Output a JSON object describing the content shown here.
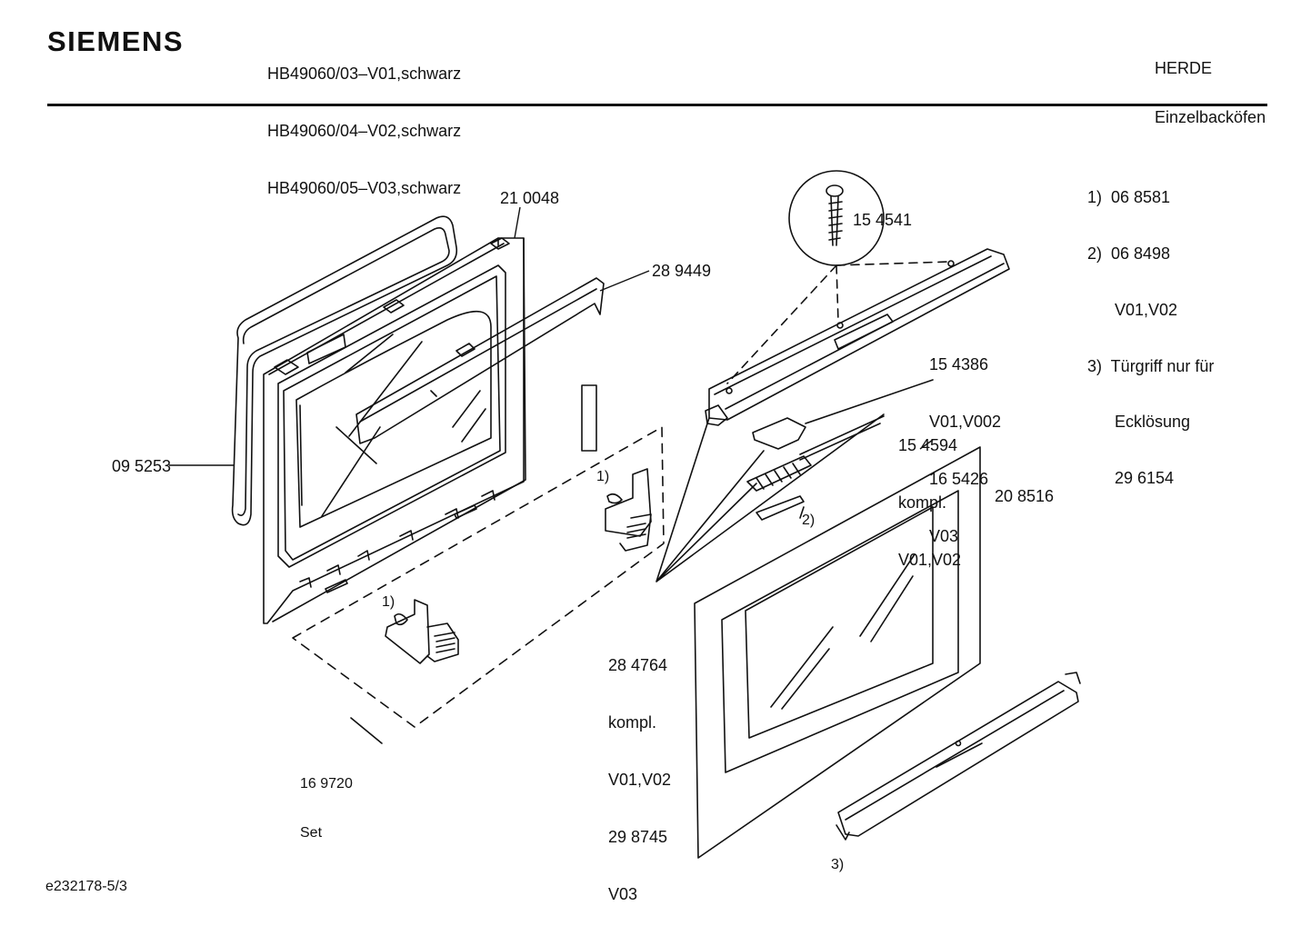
{
  "header": {
    "brand": "SIEMENS",
    "models": [
      "HB49060/03–V01,schwarz",
      "HB49060/04–V02,schwarz",
      "HB49060/05–V03,schwarz"
    ],
    "category": [
      "HERDE",
      "Einzelbacköfen"
    ]
  },
  "notes": [
    "1)  06 8581",
    "2)  06 8498",
    "      V01,V02",
    "3)  Türgriff nur für",
    "      Ecklösung",
    "      29 6154"
  ],
  "parts": {
    "p210048": "21 0048",
    "p289449": "28 9449",
    "p095253": "09 5253",
    "p154541": "15 4541",
    "p154386": [
      "15 4386",
      "V01,V002",
      "16 5426",
      "V03"
    ],
    "p154594": [
      "15 4594",
      "kompl.",
      "V01,V02"
    ],
    "p208516": "20 8516",
    "p284764": [
      "28 4764",
      "kompl.",
      "V01,V02",
      "29 8745",
      "V03"
    ],
    "p169720": [
      "16 9720",
      "Set"
    ],
    "note1_left": "1)",
    "note1_right": "1)",
    "note2": "2)",
    "note3": "3)"
  },
  "footer": {
    "doc_id": "e232178-5/3"
  }
}
